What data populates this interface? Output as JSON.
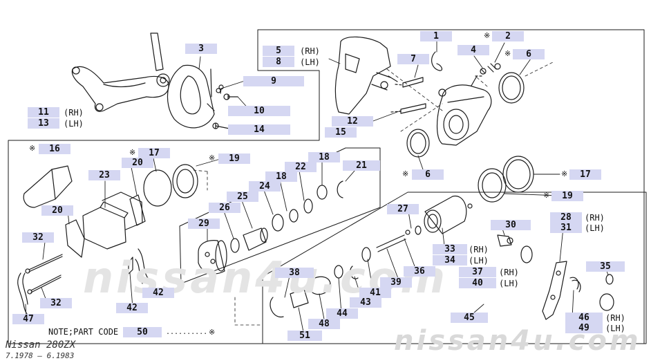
{
  "callouts": [
    {
      "id": "c3",
      "label": "3"
    },
    {
      "id": "c9",
      "label": "9"
    },
    {
      "id": "c10",
      "label": "10"
    },
    {
      "id": "c14",
      "label": "14"
    },
    {
      "id": "c11",
      "label": "11"
    },
    {
      "id": "c13",
      "label": "13"
    },
    {
      "id": "c5",
      "label": "5"
    },
    {
      "id": "c8",
      "label": "8"
    },
    {
      "id": "c1",
      "label": "1"
    },
    {
      "id": "c2",
      "label": "2"
    },
    {
      "id": "c4",
      "label": "4"
    },
    {
      "id": "c6a",
      "label": "6"
    },
    {
      "id": "c7",
      "label": "7"
    },
    {
      "id": "c12",
      "label": "12"
    },
    {
      "id": "c6b",
      "label": "6"
    },
    {
      "id": "c15",
      "label": "15"
    },
    {
      "id": "c16",
      "label": "16"
    },
    {
      "id": "c17a",
      "label": "17"
    },
    {
      "id": "c19a",
      "label": "19"
    },
    {
      "id": "c20a",
      "label": "20"
    },
    {
      "id": "c23",
      "label": "23"
    },
    {
      "id": "c20b",
      "label": "20"
    },
    {
      "id": "c22",
      "label": "22"
    },
    {
      "id": "c18a",
      "label": "18"
    },
    {
      "id": "c21",
      "label": "21"
    },
    {
      "id": "c24",
      "label": "24"
    },
    {
      "id": "c18b",
      "label": "18"
    },
    {
      "id": "c25",
      "label": "25"
    },
    {
      "id": "c26",
      "label": "26"
    },
    {
      "id": "c29",
      "label": "29"
    },
    {
      "id": "c17b",
      "label": "17"
    },
    {
      "id": "c19b",
      "label": "19"
    },
    {
      "id": "c27",
      "label": "27"
    },
    {
      "id": "c28",
      "label": "28"
    },
    {
      "id": "c31",
      "label": "31"
    },
    {
      "id": "c30",
      "label": "30"
    },
    {
      "id": "c33",
      "label": "33"
    },
    {
      "id": "c34",
      "label": "34"
    },
    {
      "id": "c36",
      "label": "36"
    },
    {
      "id": "c37",
      "label": "37"
    },
    {
      "id": "c40",
      "label": "40"
    },
    {
      "id": "c35",
      "label": "35"
    },
    {
      "id": "c32a",
      "label": "32"
    },
    {
      "id": "c32b",
      "label": "32"
    },
    {
      "id": "c38",
      "label": "38"
    },
    {
      "id": "c39",
      "label": "39"
    },
    {
      "id": "c41",
      "label": "41"
    },
    {
      "id": "c43",
      "label": "43"
    },
    {
      "id": "c44",
      "label": "44"
    },
    {
      "id": "c48",
      "label": "48"
    },
    {
      "id": "c42a",
      "label": "42"
    },
    {
      "id": "c42b",
      "label": "42"
    },
    {
      "id": "c47",
      "label": "47"
    },
    {
      "id": "c45",
      "label": "45"
    },
    {
      "id": "c46",
      "label": "46"
    },
    {
      "id": "c49",
      "label": "49"
    },
    {
      "id": "c51",
      "label": "51"
    },
    {
      "id": "c50",
      "label": "50"
    }
  ],
  "side_labels": {
    "rh": "(RH)",
    "lh": "(LH)"
  },
  "star": "※",
  "note_part_code": "NOTE;PART CODE",
  "note_dots": "..........",
  "watermark": "nissan4u.com",
  "footer": {
    "model": "Nissan 280ZX",
    "dates": "7.1978 — 6.1983"
  },
  "colors": {
    "callout_bg": "#d5d7f2",
    "line": "#111111",
    "watermark": "#e4e4e4"
  }
}
